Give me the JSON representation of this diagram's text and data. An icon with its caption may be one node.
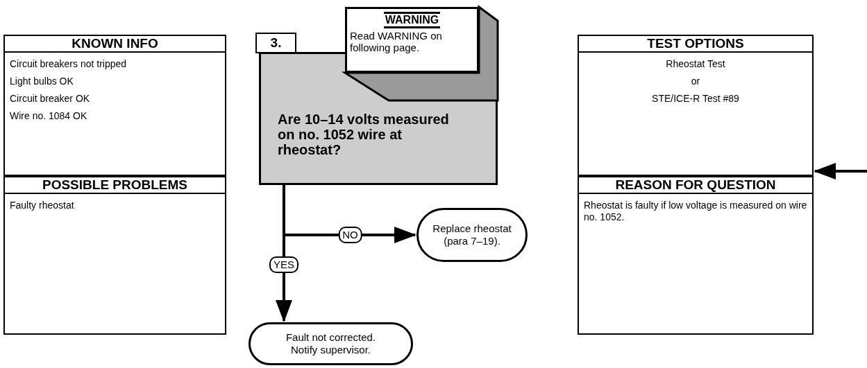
{
  "diagram": {
    "nodes": [
      {
        "text": [
          "KNOWN INFO",
          "Circuit breakers not tripped",
          "Light bulbs OK",
          "Circuit breaker OK",
          "Wire no. 1084 OK"
        ]
      },
      {
        "text": [
          "POSSIBLE PROBLEMS",
          "Faulty rheostat"
        ]
      },
      {
        "text": [
          "3."
        ]
      },
      {
        "text": [
          "Are 10–14 volts measured on no. 1052 wire at rheostat?"
        ]
      },
      {
        "text": [
          "WARNING",
          "Read WARNING on following page."
        ]
      },
      {
        "text": [
          "Replace rheostat (para 7–19)."
        ]
      },
      {
        "text": [
          "Fault not corrected. Notify supervisor."
        ]
      },
      {
        "text": [
          "TEST OPTIONS",
          "Rheostat Test",
          "or",
          "STE/ICE-R Test #89"
        ]
      },
      {
        "text": [
          "REASON FOR QUESTION",
          "Rheostat is faulty if low voltage is measured on wire no. 1052."
        ]
      }
    ],
    "edges": [
      {
        "from": 3,
        "to": 5,
        "arrow": "to",
        "label": "NO"
      },
      {
        "from": 3,
        "to": 6,
        "arrow": "to",
        "label": "YES"
      },
      {
        "from": null,
        "to": 7,
        "arrow": "to"
      }
    ]
  }
}
